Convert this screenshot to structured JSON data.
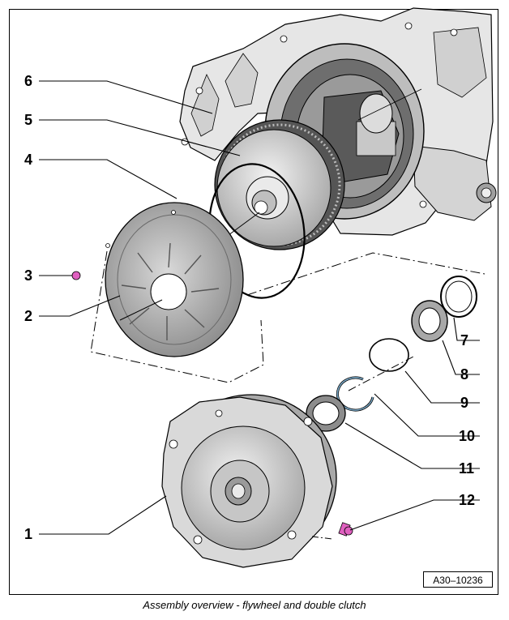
{
  "figure": {
    "caption": "Assembly overview - flywheel and double clutch",
    "ref_code": "A30–10236"
  },
  "callouts": {
    "c1": "1",
    "c2": "2",
    "c3": "3",
    "c4": "4",
    "c5": "5",
    "c6": "6",
    "c7": "7",
    "c8": "8",
    "c9": "9",
    "c10": "10",
    "c11": "11",
    "c12": "12"
  },
  "colors": {
    "bolt": "#e060c0",
    "metal": "#d8d8d8",
    "line": "#000000"
  }
}
